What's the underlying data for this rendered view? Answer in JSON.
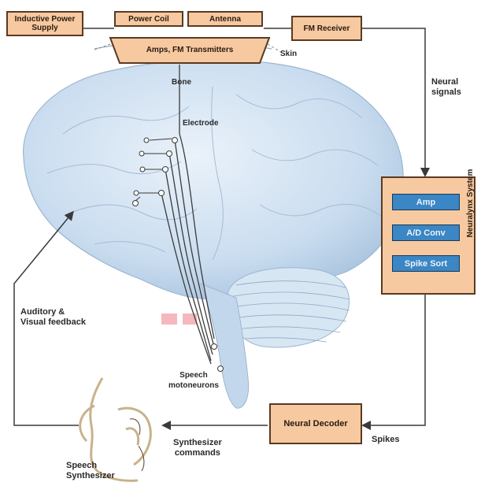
{
  "nodes": {
    "inductive_power_supply": "Inductive Power Supply",
    "power_coil": "Power Coil",
    "antenna": "Antenna",
    "amp_transmitter": "Amps, FM Transmitters",
    "fm_receiver": "FM Receiver",
    "amp": "Amp",
    "ad_conv": "A/D Conv",
    "spike_sort": "Spike Sort",
    "recording_system": "Neuralynx System",
    "neural_decoder": "Neural Decoder"
  },
  "labels": {
    "skin": "Skin",
    "bone": "Bone",
    "neural_signals": "Neural\nsignals",
    "electrode": "Electrode",
    "speech_motoneurons": "Speech\nmotoneurons",
    "feedback": "Auditory &\nVisual feedback",
    "synth_commands": "Synthesizer\ncommands",
    "spikes": "Spikes",
    "speech_synth": "Speech\nSynthesizer"
  },
  "colors": {
    "box_fill": "#f6c9a0",
    "box_border": "#5a3a22",
    "signal_block": "#3b86c4",
    "brain": "#c9dcef",
    "line": "#3a3a3a"
  }
}
